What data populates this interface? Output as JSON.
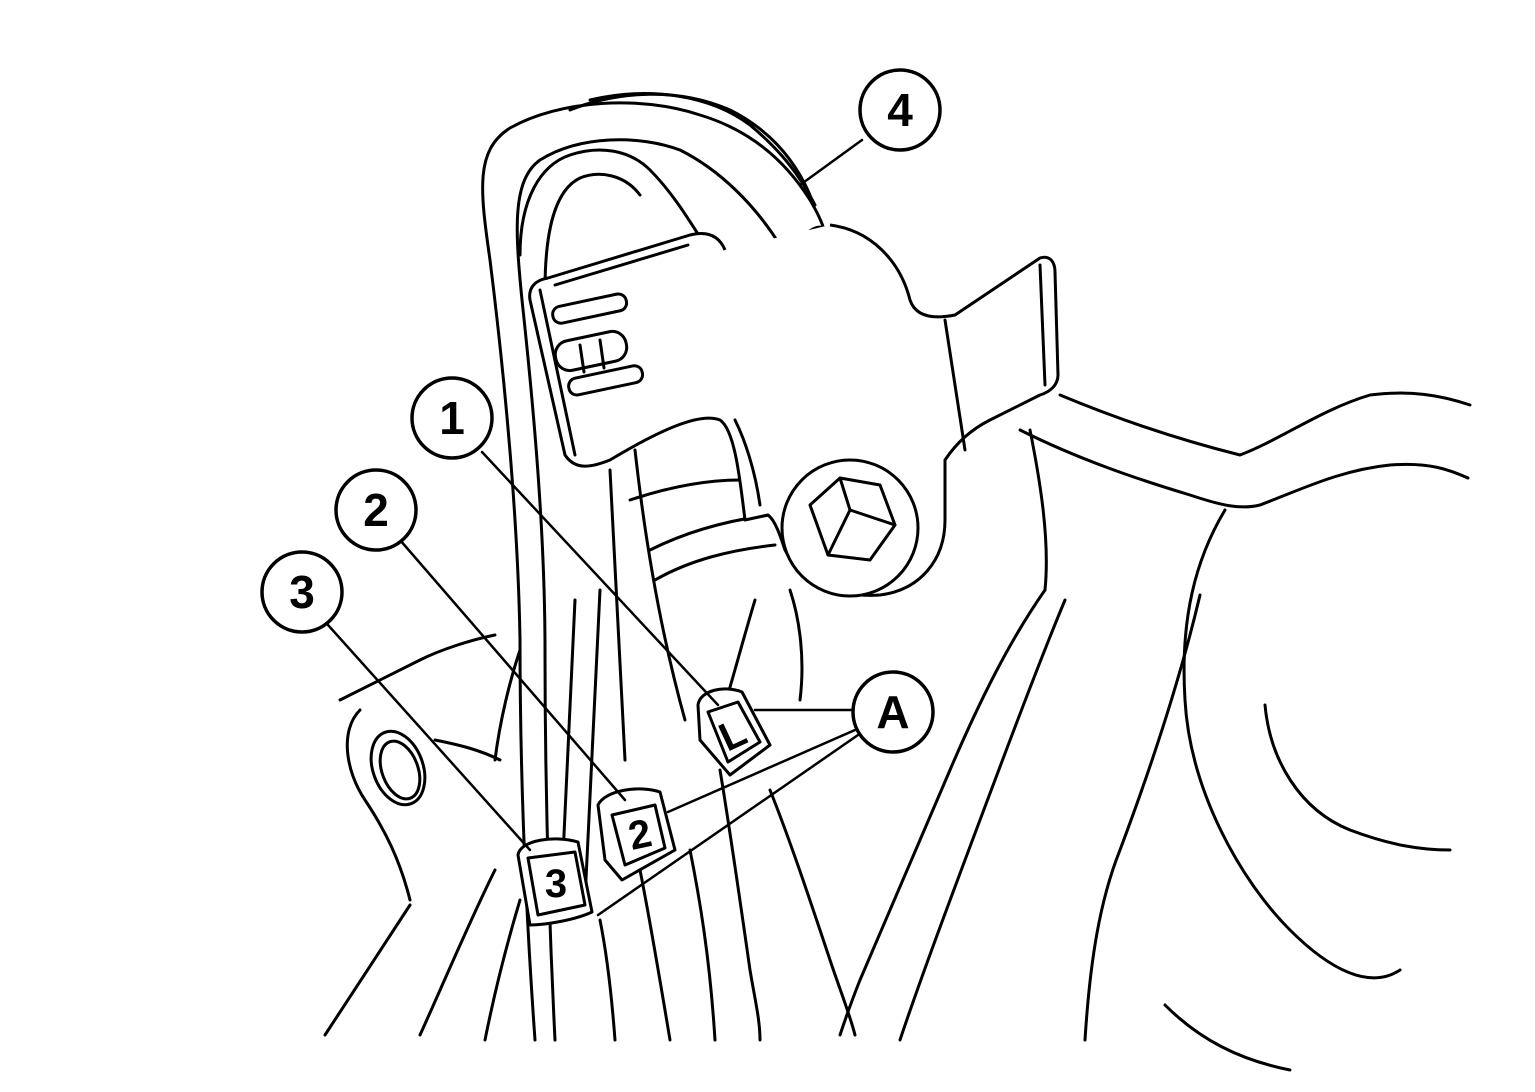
{
  "callouts": {
    "c1": "1",
    "c2": "2",
    "c3": "3",
    "c4": "4",
    "cA": "A"
  },
  "tags": {
    "t1": "L",
    "t2": "2",
    "t3": "3"
  },
  "colors": {
    "line": "#000000",
    "background": "#ffffff"
  }
}
